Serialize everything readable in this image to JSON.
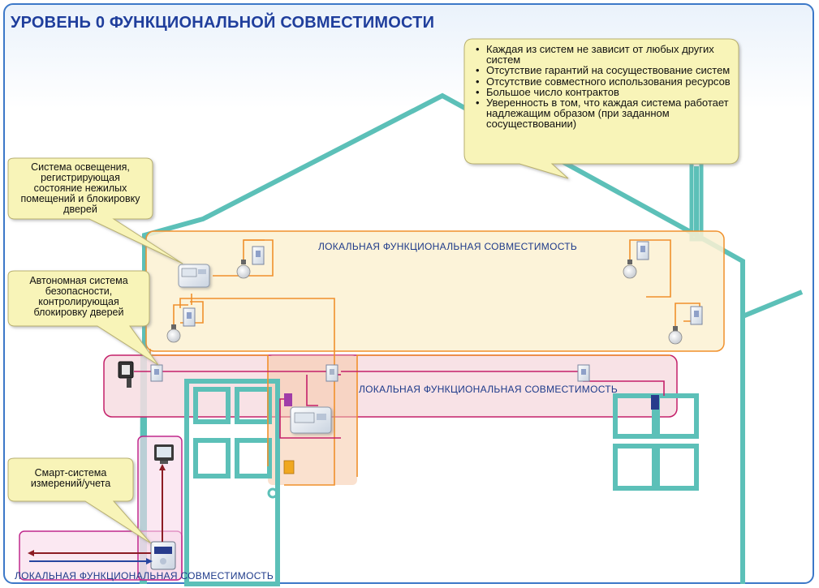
{
  "title": "УРОВЕНЬ 0 ФУНКЦИОНАЛЬНОЙ СОВМЕСТИМОСТИ",
  "notes": [
    "Каждая из систем не зависит от любых других систем",
    "Отсутствие гарантий на сосуществование систем",
    "Отсутствие совместного использования ресурсов",
    "Большое число контрактов",
    "Уверенность в том, что каждая система работает надлежащим образом (при заданном сосуществовании)"
  ],
  "callouts": {
    "lighting": [
      "Система освещения,",
      "регистрирующая",
      "состояние нежилых",
      "помещений и блокировку",
      "дверей"
    ],
    "security": [
      "Автономная система",
      "безопасности,",
      "контролирующая",
      "блокировку дверей"
    ],
    "metering": [
      "Смарт-система",
      "измерений/учета"
    ]
  },
  "zones": {
    "lighting_zone": "ЛОКАЛЬНАЯ ФУНКЦИОНАЛЬНАЯ СОВМЕСТИМОСТЬ",
    "security_zone": "ЛОКАЛЬНАЯ ФУНКЦИОНАЛЬНАЯ СОВМЕСТИМОСТЬ",
    "metering_zone": "ЛОКАЛЬНАЯ ФУНКЦИОНАЛЬНАЯ СОВМЕСТИМОСТЬ"
  },
  "colors": {
    "house_outline": "#5cc0b8",
    "lighting_zone_fill": "#fbf1d2",
    "lighting_wire": "#f0902c",
    "security_zone_fill": "#f7dde2",
    "security_wire": "#c4206a",
    "metering_zone": "#c0288c",
    "arrow_red": "#8c1c24",
    "arrow_blue": "#2846a0",
    "callout_fill": "#f8f4b8",
    "title": "#1f3e9c"
  }
}
